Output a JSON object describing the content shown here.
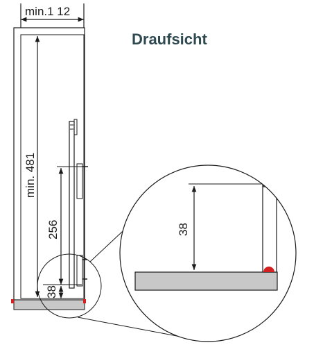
{
  "title": "Draufsicht",
  "dimensions": {
    "top_width": "min.1 12",
    "height": "min. 481",
    "bracket_spacing": "256",
    "bottom_offset": "38",
    "detail_offset": "38"
  },
  "colors": {
    "line": "#1a1a1a",
    "base_fill": "#c8c8c8",
    "marker": "#d42020",
    "title": "#2e4a50"
  }
}
